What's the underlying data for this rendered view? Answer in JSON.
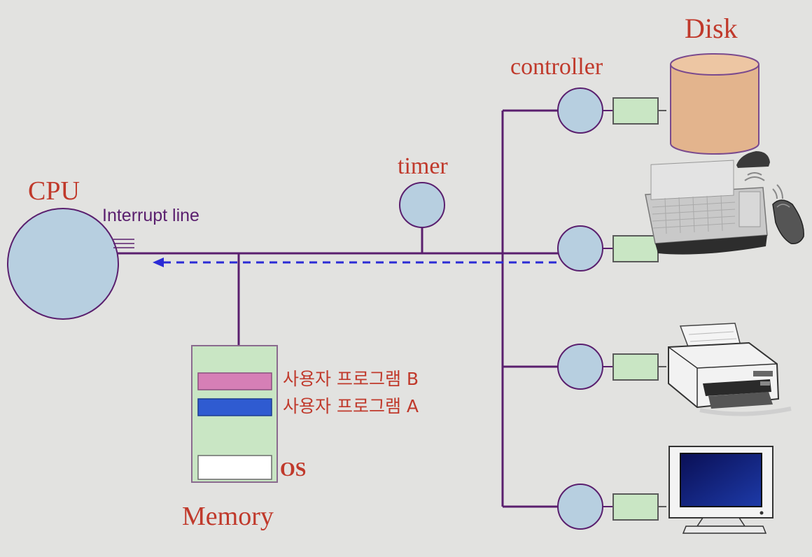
{
  "labels": {
    "disk": "Disk",
    "controller": "controller",
    "timer": "timer",
    "cpu": "CPU",
    "interrupt_line": "Interrupt line",
    "memory": "Memory",
    "prog_b": "사용자 프로그램 B",
    "prog_a": "사용자 프로그램 A",
    "os": "OS"
  },
  "colors": {
    "background": "#e2e2e0",
    "bus": "#5a1f6e",
    "label_red": "#c0392b",
    "node_fill": "#b7cfe0",
    "port_fill": "#c9e6c4",
    "memory_fill": "#c9e6c4",
    "prog_b_fill": "#d67fb6",
    "prog_a_fill": "#2f5bd1",
    "disk_fill": "#e3b48d",
    "interrupt_arrow": "#2b2bd6"
  },
  "devices": [
    "disk",
    "keyboard-mouse",
    "printer",
    "monitor"
  ]
}
